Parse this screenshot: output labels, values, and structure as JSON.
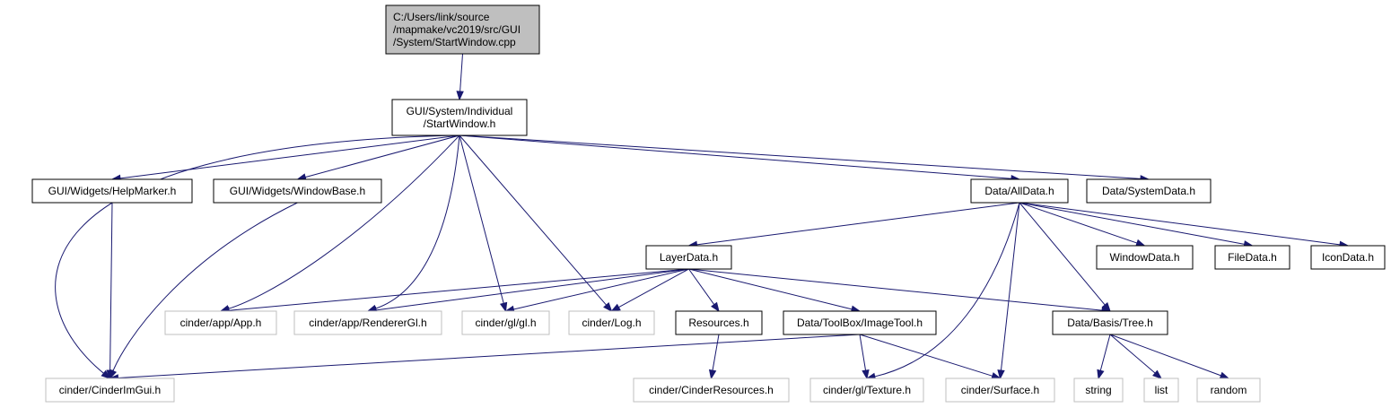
{
  "diagram": {
    "edge_color": "#191970",
    "nodes": [
      {
        "id": "n0",
        "lines": [
          "C:/Users/link/source",
          "/mapmake/vc2019/src/GUI",
          "/System/StartWindow.cpp"
        ],
        "kind": "root"
      },
      {
        "id": "n1",
        "lines": [
          "GUI/System/Individual",
          "/StartWindow.h"
        ],
        "kind": "local"
      },
      {
        "id": "n2",
        "lines": [
          "GUI/Widgets/HelpMarker.h"
        ],
        "kind": "local"
      },
      {
        "id": "n3",
        "lines": [
          "GUI/Widgets/WindowBase.h"
        ],
        "kind": "local"
      },
      {
        "id": "n4",
        "lines": [
          "Data/AllData.h"
        ],
        "kind": "local"
      },
      {
        "id": "n5",
        "lines": [
          "Data/SystemData.h"
        ],
        "kind": "local"
      },
      {
        "id": "n6",
        "lines": [
          "LayerData.h"
        ],
        "kind": "local"
      },
      {
        "id": "n7",
        "lines": [
          "WindowData.h"
        ],
        "kind": "local"
      },
      {
        "id": "n8",
        "lines": [
          "FileData.h"
        ],
        "kind": "local"
      },
      {
        "id": "n9",
        "lines": [
          "IconData.h"
        ],
        "kind": "local"
      },
      {
        "id": "n10",
        "lines": [
          "cinder/app/App.h"
        ],
        "kind": "external"
      },
      {
        "id": "n11",
        "lines": [
          "cinder/app/RendererGl.h"
        ],
        "kind": "external"
      },
      {
        "id": "n12",
        "lines": [
          "cinder/gl/gl.h"
        ],
        "kind": "external"
      },
      {
        "id": "n13",
        "lines": [
          "cinder/Log.h"
        ],
        "kind": "external"
      },
      {
        "id": "n14",
        "lines": [
          "Resources.h"
        ],
        "kind": "local"
      },
      {
        "id": "n15",
        "lines": [
          "Data/ToolBox/ImageTool.h"
        ],
        "kind": "local"
      },
      {
        "id": "n16",
        "lines": [
          "Data/Basis/Tree.h"
        ],
        "kind": "local"
      },
      {
        "id": "n17",
        "lines": [
          "cinder/CinderImGui.h"
        ],
        "kind": "external"
      },
      {
        "id": "n18",
        "lines": [
          "cinder/CinderResources.h"
        ],
        "kind": "external"
      },
      {
        "id": "n19",
        "lines": [
          "cinder/gl/Texture.h"
        ],
        "kind": "external"
      },
      {
        "id": "n20",
        "lines": [
          "cinder/Surface.h"
        ],
        "kind": "external"
      },
      {
        "id": "n21",
        "lines": [
          "string"
        ],
        "kind": "external"
      },
      {
        "id": "n22",
        "lines": [
          "list"
        ],
        "kind": "external"
      },
      {
        "id": "n23",
        "lines": [
          "random"
        ],
        "kind": "external"
      }
    ],
    "edges": [
      {
        "from": "n0",
        "to": "n1"
      },
      {
        "from": "n1",
        "to": "n2"
      },
      {
        "from": "n1",
        "to": "n3"
      },
      {
        "from": "n1",
        "to": "n4"
      },
      {
        "from": "n1",
        "to": "n5"
      },
      {
        "from": "n1",
        "to": "n10"
      },
      {
        "from": "n1",
        "to": "n11"
      },
      {
        "from": "n1",
        "to": "n12"
      },
      {
        "from": "n1",
        "to": "n13"
      },
      {
        "from": "n1",
        "to": "n17"
      },
      {
        "from": "n2",
        "to": "n17"
      },
      {
        "from": "n3",
        "to": "n17"
      },
      {
        "from": "n4",
        "to": "n6"
      },
      {
        "from": "n4",
        "to": "n7"
      },
      {
        "from": "n4",
        "to": "n8"
      },
      {
        "from": "n4",
        "to": "n9"
      },
      {
        "from": "n4",
        "to": "n16"
      },
      {
        "from": "n4",
        "to": "n19"
      },
      {
        "from": "n4",
        "to": "n20"
      },
      {
        "from": "n6",
        "to": "n10"
      },
      {
        "from": "n6",
        "to": "n11"
      },
      {
        "from": "n6",
        "to": "n12"
      },
      {
        "from": "n6",
        "to": "n13"
      },
      {
        "from": "n6",
        "to": "n14"
      },
      {
        "from": "n6",
        "to": "n15"
      },
      {
        "from": "n6",
        "to": "n16"
      },
      {
        "from": "n14",
        "to": "n18"
      },
      {
        "from": "n15",
        "to": "n17"
      },
      {
        "from": "n15",
        "to": "n19"
      },
      {
        "from": "n15",
        "to": "n20"
      },
      {
        "from": "n16",
        "to": "n21"
      },
      {
        "from": "n16",
        "to": "n22"
      },
      {
        "from": "n16",
        "to": "n23"
      }
    ]
  }
}
